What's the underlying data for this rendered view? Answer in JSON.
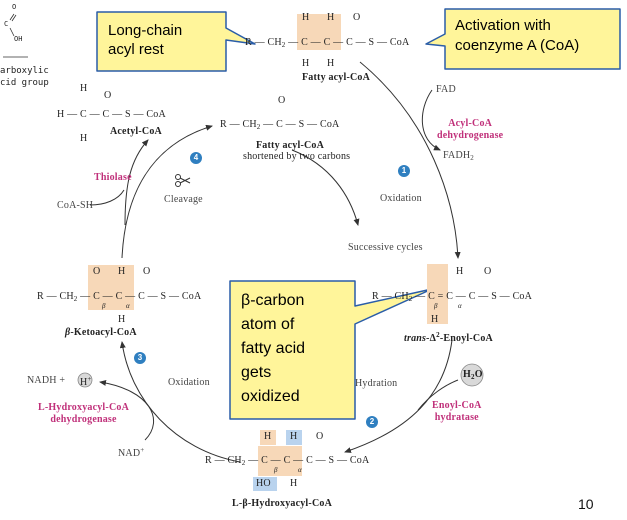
{
  "callouts": {
    "acyl_rest": "Long-chain acyl rest",
    "acyl_rest_l1": "Long-chain",
    "acyl_rest_l2": "acyl rest",
    "activation_l1": "Activation with",
    "activation_l2": "coenzyme A (CoA)",
    "beta_l1": "β-carbon",
    "beta_l2": "atom of",
    "beta_l3": "fatty acid",
    "beta_l4": "gets",
    "beta_l5": "oxidized"
  },
  "carboxylic": {
    "o": "O",
    "c": "C",
    "oh": "OH",
    "l1": "arboxylic",
    "l2": "cid group"
  },
  "molecules": {
    "fatty_acyl_coa": "Fatty acyl-CoA",
    "fatty_acyl_coa_short": "Fatty acyl-CoA",
    "shortened": "shortened by two carbons",
    "acetyl_coa": "Acetyl-CoA",
    "enoyl_coa_prefix": "trans-",
    "enoyl_coa_delta": "Δ",
    "enoyl_coa_sup": "2",
    "enoyl_coa_rest": "-Enoyl-CoA",
    "ketoacyl_coa_prefix": "β",
    "ketoacyl_coa_rest": "-Ketoacyl-CoA",
    "hydroxyacyl_coa": "L-β-Hydroxyacyl-CoA"
  },
  "enzymes": {
    "acyl_coa_dh_l1": "Acyl-CoA",
    "acyl_coa_dh_l2": "dehydrogenase",
    "enoyl_coa_hydratase_l1": "Enoyl-CoA",
    "enoyl_coa_hydratase_l2": "hydratase",
    "hydroxyacyl_dh_l1": "L-Hydroxyacyl-CoA",
    "hydroxyacyl_dh_l2": "dehydrogenase",
    "thiolase": "Thiolase"
  },
  "steps": {
    "s1": "1",
    "s2": "2",
    "s3": "3",
    "s4": "4",
    "oxidation1": "Oxidation",
    "hydration": "Hydration",
    "oxidation3": "Oxidation",
    "cleavage": "Cleavage",
    "successive": "Successive cycles"
  },
  "cofactors": {
    "fad": "FAD",
    "fadh2": "FADH",
    "fadh2_sub": "2",
    "h2o": "H",
    "h2o_sub": "2",
    "h2o_o": "O",
    "nadh": "NADH",
    "plus": "+",
    "hplus": "H",
    "hplus_sup": "+",
    "nad": "NAD",
    "nad_sup": "+",
    "coash": "CoA-SH"
  },
  "chem": {
    "r": "R",
    "ch2": "CH",
    "ch2_sub": "2",
    "c": "C",
    "h": "H",
    "o": "O",
    "s": "S",
    "coa": "CoA",
    "dash": "—",
    "ho": "HO",
    "alpha": "α",
    "beta": "β"
  },
  "page_number": "10",
  "colors": {
    "callout_fill": "#fff59a",
    "callout_stroke": "#2a5da8",
    "highlight_orange": "#f7d8b8",
    "highlight_blue": "#b9d3ee",
    "step_blue": "#2f7fc0",
    "enzyme_pink": "#c0307a"
  }
}
